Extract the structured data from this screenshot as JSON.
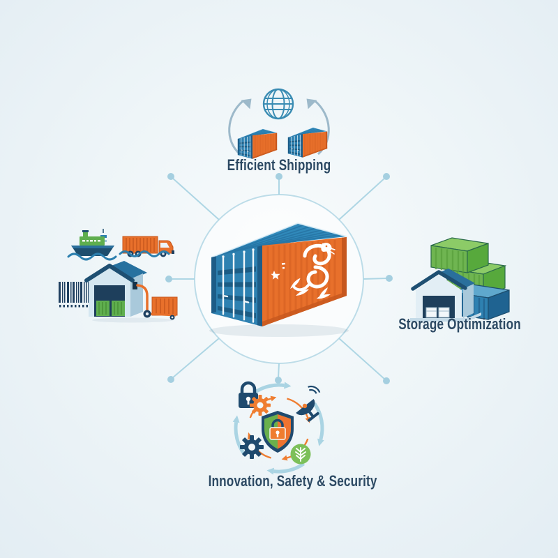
{
  "diagram": {
    "type": "hub-and-spoke",
    "hub": {
      "icon": "cargo-container-3d-icon",
      "artwork": "white-dragon-and-star",
      "body_color": "#2e81b1",
      "panel_color": "#e8702b"
    },
    "spoke_count": 8,
    "nodes": [
      {
        "id": "efficient-shipping",
        "position": "top",
        "label": "Efficient Shipping",
        "icons": [
          "globe-icon",
          "exchange-arrow-left-icon",
          "exchange-arrow-right-icon",
          "container-icon",
          "container-icon"
        ]
      },
      {
        "id": "storage-optimization",
        "position": "right",
        "label": "Storage Optimization",
        "icons": [
          "stacked-containers-icon",
          "warehouse-icon"
        ]
      },
      {
        "id": "innovation-safety-security",
        "position": "bottom",
        "label": "Innovation, Safety & Security",
        "icons": [
          "padlock-icon",
          "gear-icon",
          "satellite-dish-icon",
          "shield-lock-icon",
          "eco-leaf-icon",
          "cycle-arrows-icon"
        ]
      },
      {
        "id": "logistics-cluster",
        "position": "left",
        "label": "",
        "icons": [
          "cargo-ship-icon",
          "truck-icon",
          "barcode-icon",
          "warehouse-icon",
          "handcart-icon"
        ]
      }
    ]
  },
  "colors": {
    "background_center": "#f8fbfc",
    "background_edge": "#e3edf3",
    "line": "#b5d9e6",
    "dot": "#a5cfe0",
    "text": "#2c4963",
    "blue": "#2e81b1",
    "dark_blue": "#1d4e6e",
    "orange": "#e8702b",
    "green": "#5fae4e",
    "light_green": "#7cc05a"
  }
}
